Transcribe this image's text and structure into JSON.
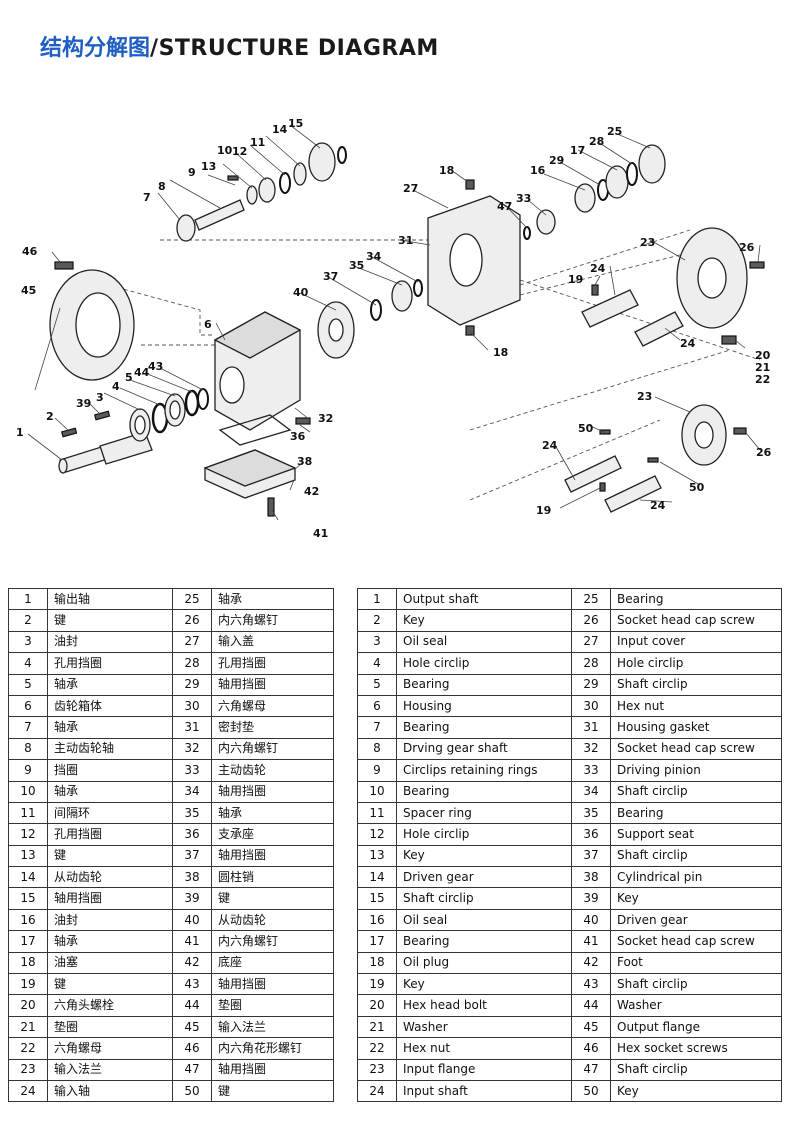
{
  "header": {
    "title_cn": "结构分解图",
    "separator": "/",
    "title_en": "STRUCTURE DIAGRAM",
    "accent_color": "#1f5fc4"
  },
  "diagram": {
    "callouts": [
      "1",
      "2",
      "3",
      "4",
      "5",
      "6",
      "7",
      "8",
      "9",
      "10",
      "11",
      "12",
      "13",
      "14",
      "15",
      "16",
      "17",
      "18",
      "18",
      "19",
      "19",
      "20",
      "21",
      "22",
      "23",
      "23",
      "24",
      "24",
      "24",
      "24",
      "25",
      "26",
      "26",
      "27",
      "28",
      "29",
      "31",
      "32",
      "33",
      "34",
      "35",
      "36",
      "37",
      "38",
      "39",
      "40",
      "41",
      "42",
      "43",
      "44",
      "45",
      "46",
      "47",
      "50",
      "50"
    ]
  },
  "table_cn": {
    "rows": [
      {
        "n1": "1",
        "p1": "输出轴",
        "n2": "25",
        "p2": "轴承"
      },
      {
        "n1": "2",
        "p1": "键",
        "n2": "26",
        "p2": "内六角螺钉"
      },
      {
        "n1": "3",
        "p1": "油封",
        "n2": "27",
        "p2": "输入盖"
      },
      {
        "n1": "4",
        "p1": "孔用挡圈",
        "n2": "28",
        "p2": "孔用挡圈"
      },
      {
        "n1": "5",
        "p1": "轴承",
        "n2": "29",
        "p2": "轴用挡圈"
      },
      {
        "n1": "6",
        "p1": "齿轮箱体",
        "n2": "30",
        "p2": "六角螺母"
      },
      {
        "n1": "7",
        "p1": "轴承",
        "n2": "31",
        "p2": "密封垫"
      },
      {
        "n1": "8",
        "p1": "主动齿轮轴",
        "n2": "32",
        "p2": "内六角螺钉"
      },
      {
        "n1": "9",
        "p1": "挡圈",
        "n2": "33",
        "p2": "主动齿轮"
      },
      {
        "n1": "10",
        "p1": "轴承",
        "n2": "34",
        "p2": "轴用挡圈"
      },
      {
        "n1": "11",
        "p1": "间隔环",
        "n2": "35",
        "p2": "轴承"
      },
      {
        "n1": "12",
        "p1": "孔用挡圈",
        "n2": "36",
        "p2": "支承座"
      },
      {
        "n1": "13",
        "p1": "键",
        "n2": "37",
        "p2": "轴用挡圈"
      },
      {
        "n1": "14",
        "p1": "从动齿轮",
        "n2": "38",
        "p2": "圆柱销"
      },
      {
        "n1": "15",
        "p1": "轴用挡圈",
        "n2": "39",
        "p2": "键"
      },
      {
        "n1": "16",
        "p1": "油封",
        "n2": "40",
        "p2": "从动齿轮"
      },
      {
        "n1": "17",
        "p1": "轴承",
        "n2": "41",
        "p2": "内六角螺钉"
      },
      {
        "n1": "18",
        "p1": "油塞",
        "n2": "42",
        "p2": "底座"
      },
      {
        "n1": "19",
        "p1": "键",
        "n2": "43",
        "p2": "轴用挡圈"
      },
      {
        "n1": "20",
        "p1": "六角头螺栓",
        "n2": "44",
        "p2": "垫圈"
      },
      {
        "n1": "21",
        "p1": "垫圈",
        "n2": "45",
        "p2": "输入法兰"
      },
      {
        "n1": "22",
        "p1": "六角螺母",
        "n2": "46",
        "p2": "内六角花形螺钉"
      },
      {
        "n1": "23",
        "p1": "输入法兰",
        "n2": "47",
        "p2": "轴用挡圈"
      },
      {
        "n1": "24",
        "p1": "输入轴",
        "n2": "50",
        "p2": "键"
      }
    ]
  },
  "table_en": {
    "rows": [
      {
        "n1": "1",
        "p1": "Output shaft",
        "n2": "25",
        "p2": "Bearing"
      },
      {
        "n1": "2",
        "p1": "Key",
        "n2": "26",
        "p2": "Socket head cap screw"
      },
      {
        "n1": "3",
        "p1": "Oil seal",
        "n2": "27",
        "p2": "Input cover"
      },
      {
        "n1": "4",
        "p1": "Hole circlip",
        "n2": "28",
        "p2": "Hole circlip"
      },
      {
        "n1": "5",
        "p1": "Bearing",
        "n2": "29",
        "p2": "Shaft circlip"
      },
      {
        "n1": "6",
        "p1": "Housing",
        "n2": "30",
        "p2": "Hex nut"
      },
      {
        "n1": "7",
        "p1": "Bearing",
        "n2": "31",
        "p2": "Housing gasket"
      },
      {
        "n1": "8",
        "p1": "Drving gear shaft",
        "n2": "32",
        "p2": "Socket head cap screw"
      },
      {
        "n1": "9",
        "p1": "Circlips retaining rings",
        "n2": "33",
        "p2": "Driving pinion"
      },
      {
        "n1": "10",
        "p1": "Bearing",
        "n2": "34",
        "p2": "Shaft circlip"
      },
      {
        "n1": "11",
        "p1": "Spacer ring",
        "n2": "35",
        "p2": "Bearing"
      },
      {
        "n1": "12",
        "p1": "Hole circlip",
        "n2": "36",
        "p2": "Support seat"
      },
      {
        "n1": "13",
        "p1": "Key",
        "n2": "37",
        "p2": "Shaft circlip"
      },
      {
        "n1": "14",
        "p1": "Driven gear",
        "n2": "38",
        "p2": "Cylindrical pin"
      },
      {
        "n1": "15",
        "p1": "Shaft circlip",
        "n2": "39",
        "p2": "Key"
      },
      {
        "n1": "16",
        "p1": "Oil seal",
        "n2": "40",
        "p2": "Driven gear"
      },
      {
        "n1": "17",
        "p1": "Bearing",
        "n2": "41",
        "p2": "Socket head cap screw"
      },
      {
        "n1": "18",
        "p1": "Oil plug",
        "n2": "42",
        "p2": "Foot"
      },
      {
        "n1": "19",
        "p1": "Key",
        "n2": "43",
        "p2": "Shaft circlip"
      },
      {
        "n1": "20",
        "p1": "Hex head bolt",
        "n2": "44",
        "p2": "Washer"
      },
      {
        "n1": "21",
        "p1": "Washer",
        "n2": "45",
        "p2": "Output flange"
      },
      {
        "n1": "22",
        "p1": "Hex nut",
        "n2": "46",
        "p2": "Hex socket screws"
      },
      {
        "n1": "23",
        "p1": "Input flange",
        "n2": "47",
        "p2": "Shaft circlip"
      },
      {
        "n1": "24",
        "p1": "Input shaft",
        "n2": "50",
        "p2": "Key"
      }
    ]
  }
}
